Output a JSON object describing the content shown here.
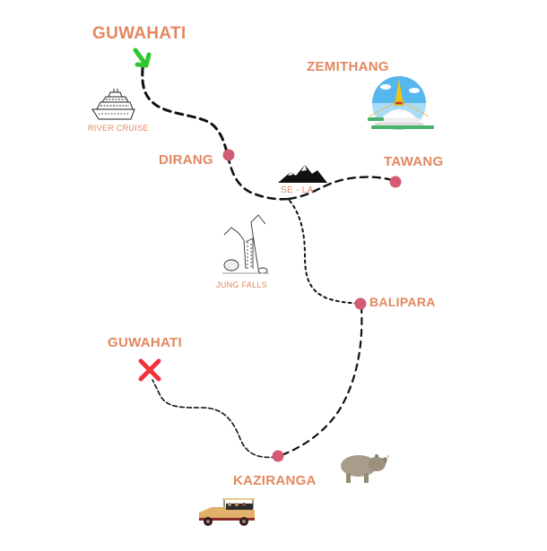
{
  "map": {
    "route_color": "#111111",
    "stop_color": "#d45b74",
    "label_color": "#e3875f",
    "start_marker_color": "#2ecc2e",
    "end_marker_color": "#f2333c",
    "places": {
      "start": "GUWAHATI",
      "dirang": "DIRANG",
      "sela": "SE - LA",
      "zemithang": "ZEMITHANG",
      "tawang": "TAWANG",
      "balipara": "BALIPARA",
      "kaziranga": "KAZIRANGA",
      "end": "GUWAHATI"
    },
    "attractions": {
      "river_cruise": "RIVER CRUISE",
      "jung_falls": "JUNG FALLS"
    },
    "icons": {
      "start": "green-arrow-icon",
      "end": "red-cross-icon",
      "cruise": "cruise-ship-icon",
      "stupa": "stupa-icon",
      "mountain": "mountain-icon",
      "waterfall": "waterfall-icon",
      "rhino": "rhino-icon",
      "jeep": "safari-jeep-icon"
    }
  }
}
